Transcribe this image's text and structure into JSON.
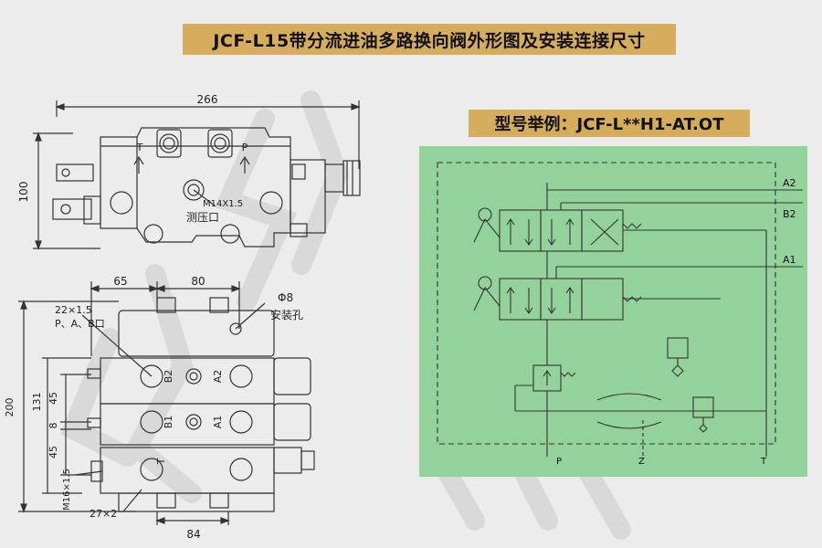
{
  "title": "JCF-L15带分流进油多路换向阀外形图及安装连接尺寸",
  "model_example": "型号举例：JCF-L**H1-AT.OT",
  "top_view": {
    "width_dim": "266",
    "height_dim": "100",
    "port_T": "T",
    "port_P": "P",
    "gauge_thread": "M14X1.5",
    "gauge_label": "测压口"
  },
  "front_view": {
    "dim_65": "65",
    "dim_80": "80",
    "dim_phi8": "Φ8",
    "mount_hole": "安装孔",
    "port_thread": "22×1.5",
    "port_list": "P、A、B口",
    "dim_200": "200",
    "dim_131": "131",
    "dim_45a": "45",
    "dim_8": "8",
    "dim_45b": "45",
    "side_thread": "M16×1.5",
    "dim_27x2": "27×2",
    "dim_84": "84",
    "label_B2": "B2",
    "label_A2": "A2",
    "label_B1": "B1",
    "label_A1": "A1",
    "label_T": "T"
  },
  "schematic": {
    "port_A2": "A2",
    "port_B2": "B2",
    "port_A1": "A1",
    "port_P": "P",
    "port_Z": "Z",
    "port_T": "T"
  },
  "colors": {
    "banner": "#d6ad5c",
    "schematic_bg": "#93d39b",
    "line": "#333333"
  }
}
